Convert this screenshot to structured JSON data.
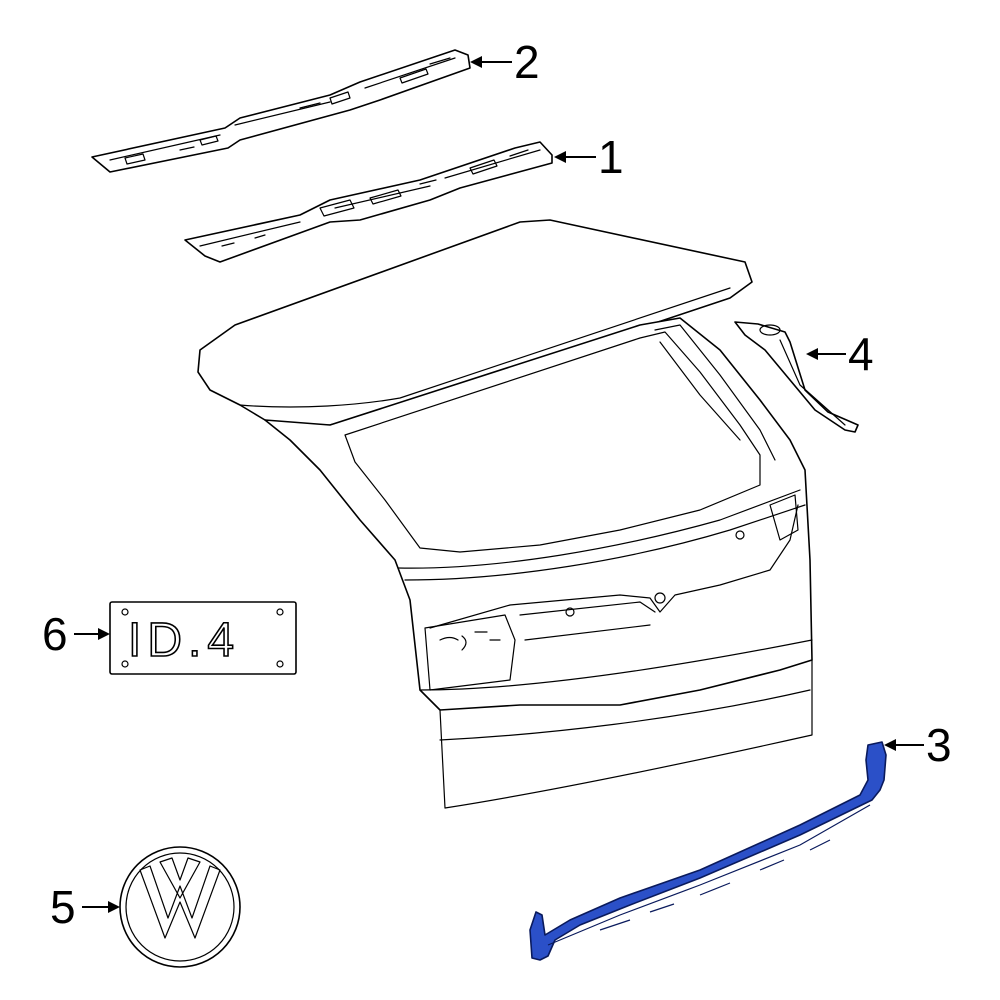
{
  "callouts": {
    "c1": "1",
    "c2": "2",
    "c3": "3",
    "c4": "4",
    "c5": "5",
    "c6": "6"
  },
  "badge": {
    "text": "ID.4"
  },
  "highlight_color": "#2b50c8",
  "icons": [
    "vw-emblem-icon",
    "id4-badge-icon"
  ]
}
